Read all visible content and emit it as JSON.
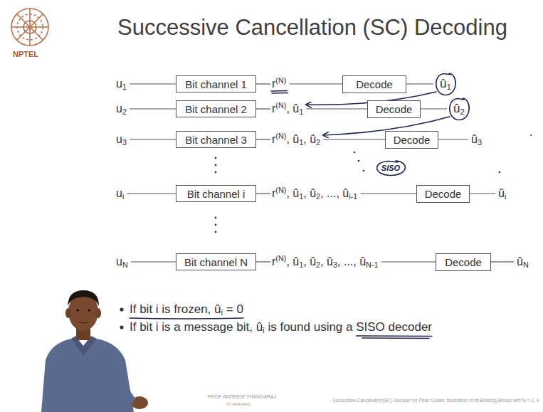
{
  "diagram": {
    "title": "Successive Cancellation (SC) Decoding",
    "nodes": [
      {
        "text": [
          "Bit channel 1"
        ]
      },
      {
        "text": [
          "Decode"
        ]
      },
      {
        "text": [
          "û1"
        ]
      },
      {
        "text": [
          "Bit channel 2"
        ]
      },
      {
        "text": [
          "Decode"
        ]
      },
      {
        "text": [
          "û2"
        ]
      },
      {
        "text": [
          "Bit channel 3"
        ]
      },
      {
        "text": [
          "Decode"
        ]
      },
      {
        "text": [
          "SISO"
        ]
      },
      {
        "text": [
          "Bit channel i"
        ]
      },
      {
        "text": [
          "Decode"
        ]
      },
      {
        "text": [
          "Bit channel N"
        ]
      },
      {
        "text": [
          "Decode"
        ]
      }
    ],
    "edges": [
      {
        "from": 1,
        "to": 2,
        "arrow": "none"
      },
      {
        "from": 4,
        "to": 5,
        "arrow": "none"
      }
    ],
    "labels": [
      "NPTEL",
      "u1",
      "u2",
      "u3",
      "ui",
      "uN",
      "r(N)",
      "r(N), û1",
      "r(N), û1, û2",
      "r(N), û1, û2, ..., ûi-1",
      "r(N), û1, û2, û3, ..., ûN-1",
      "û3",
      "ûi",
      "ûN",
      "If bit i is frozen, ûi = 0",
      "If bit i is a message bit, ûi is found using a SISO decoder",
      "PROF ANDREW THANGARAJ",
      "IIT MADRAS",
      "Successive Cancellation(SC) Decoder for Polar Codes: Illustration of its Building Blocks with N = 2, 4"
    ]
  }
}
